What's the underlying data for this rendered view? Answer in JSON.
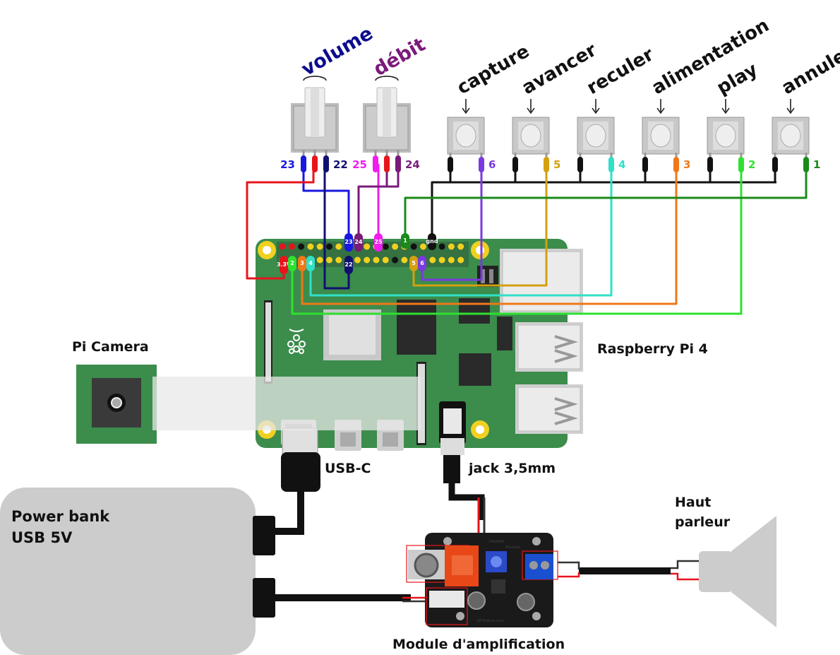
{
  "pots": [
    {
      "label": "volume",
      "pins": [
        "23",
        "22"
      ]
    },
    {
      "label": "débit",
      "pins": [
        "25",
        "24"
      ]
    }
  ],
  "buttons": [
    {
      "label": "capture",
      "pin": "6"
    },
    {
      "label": "avancer",
      "pin": "5"
    },
    {
      "label": "reculer",
      "pin": "4"
    },
    {
      "label": "alimentation",
      "pin": "3"
    },
    {
      "label": "play",
      "pin": "2"
    },
    {
      "label": "annuler",
      "pin": "1"
    }
  ],
  "board": {
    "name": "Raspberry Pi 4",
    "gnd_label": "gnd",
    "v33_label": "3.3V"
  },
  "camera": {
    "label": "Pi Camera"
  },
  "power": {
    "label_line1": "Power bank",
    "label_line2": "USB 5V"
  },
  "ports": {
    "usbc": "USB-C",
    "jack": "jack 3,5mm"
  },
  "speaker": {
    "label_line1": "Haut",
    "label_line2": "parleur"
  },
  "amp": {
    "label": "Module d'amplification",
    "silk_top": "386AMP",
    "silk_module": "Module",
    "silk_bottom": "DFRobot.com"
  },
  "colors": {
    "volume": "#0c0c8c",
    "debit": "#7a1a7a",
    "red": "#e8141c",
    "blue": "#1818e0",
    "navy": "#101070",
    "magenta": "#f01cf0",
    "purple": "#7a1a7a",
    "violet": "#7a3ae0",
    "gold": "#d4a010",
    "cyan": "#30e0c8",
    "orange": "#f07818",
    "lime": "#30e030",
    "green": "#1a8a1a",
    "board": "#3c8c4c"
  }
}
